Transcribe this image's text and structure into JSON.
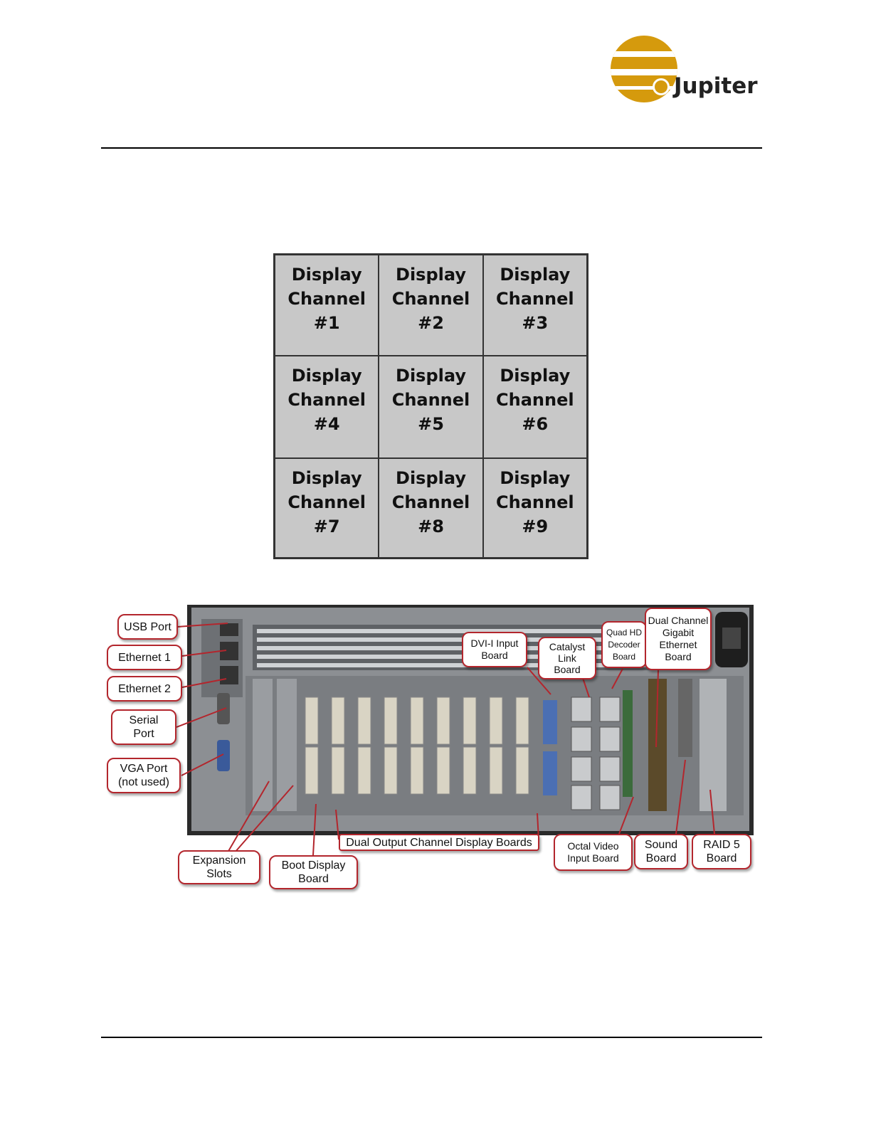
{
  "logo": {
    "text": "Jupiter",
    "brand_color": "#d59a0d"
  },
  "display_grid": {
    "cells": [
      {
        "l1": "Display",
        "l2": "Channel",
        "l3": "#1"
      },
      {
        "l1": "Display",
        "l2": "Channel",
        "l3": "#2"
      },
      {
        "l1": "Display",
        "l2": "Channel",
        "l3": "#3"
      },
      {
        "l1": "Display",
        "l2": "Channel",
        "l3": "#4"
      },
      {
        "l1": "Display",
        "l2": "Channel",
        "l3": "#5"
      },
      {
        "l1": "Display",
        "l2": "Channel",
        "l3": "#6"
      },
      {
        "l1": "Display",
        "l2": "Channel",
        "l3": "#7"
      },
      {
        "l1": "Display",
        "l2": "Channel",
        "l3": "#8"
      },
      {
        "l1": "Display",
        "l2": "Channel",
        "l3": "#9"
      }
    ]
  },
  "callouts": {
    "usb_port": [
      "USB Port"
    ],
    "ethernet_1": [
      "Ethernet 1"
    ],
    "ethernet_2": [
      "Ethernet 2"
    ],
    "serial_port": [
      "Serial",
      "Port"
    ],
    "vga_port": [
      "VGA Port",
      "(not used)"
    ],
    "expansion_slots": [
      "Expansion",
      "Slots"
    ],
    "boot_display_board": [
      "Boot Display",
      "Board"
    ],
    "dual_output_boards": [
      "Dual Output Channel Display Boards"
    ],
    "dvi_input_board": [
      "DVI-I Input",
      "Board"
    ],
    "catalyst_link_board": [
      "Catalyst",
      "Link",
      "Board"
    ],
    "quad_hd_decoder": [
      "Quad HD",
      "Decoder",
      "Board"
    ],
    "dual_channel_ethernet": [
      "Dual Channel",
      "Gigabit",
      "Ethernet",
      "Board"
    ],
    "octal_video_input": [
      "Octal Video",
      "Input Board"
    ],
    "sound_board": [
      "Sound",
      "Board"
    ],
    "raid5_board": [
      "RAID 5",
      "Board"
    ]
  },
  "colors": {
    "callout_border": "#b3262d",
    "grid_fill": "#c8c8c8",
    "chassis": "#8c8f93"
  }
}
